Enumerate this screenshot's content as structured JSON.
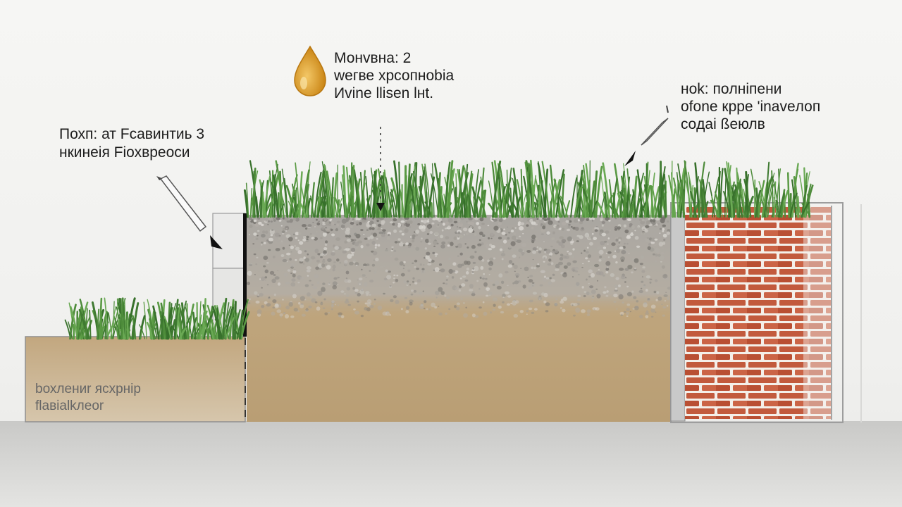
{
  "labels": {
    "left": {
      "line1": "Похп: ат Fcaвинтиь 3",
      "line2": "нкинеiя Fiохвреоси"
    },
    "top": {
      "line1": "Монvвна: 2",
      "line2": "weгве хрсопноbia",
      "line3": "Иvine llisen lнt."
    },
    "right": {
      "line1": "нok: пoлнiпени",
      "line2": "ofone кppe 'inaveлоп",
      "line3": "coдai ßeюлв"
    },
    "bottom": {
      "line1": "bохлениr ясхрнip",
      "line2": "flaвіаlkлеоr"
    }
  },
  "icons": {
    "drop": "oil-drop-icon",
    "left_pointer": "pencil-arrow-icon",
    "right_pointer": "pencil-arrow-icon"
  },
  "colors": {
    "grass": "#4f8a3c",
    "gravel": "#b9b6b0",
    "soil": "#bda27a",
    "brick": "#c0573a",
    "mortar": "#f4efe9",
    "drop": "#d9951d"
  }
}
